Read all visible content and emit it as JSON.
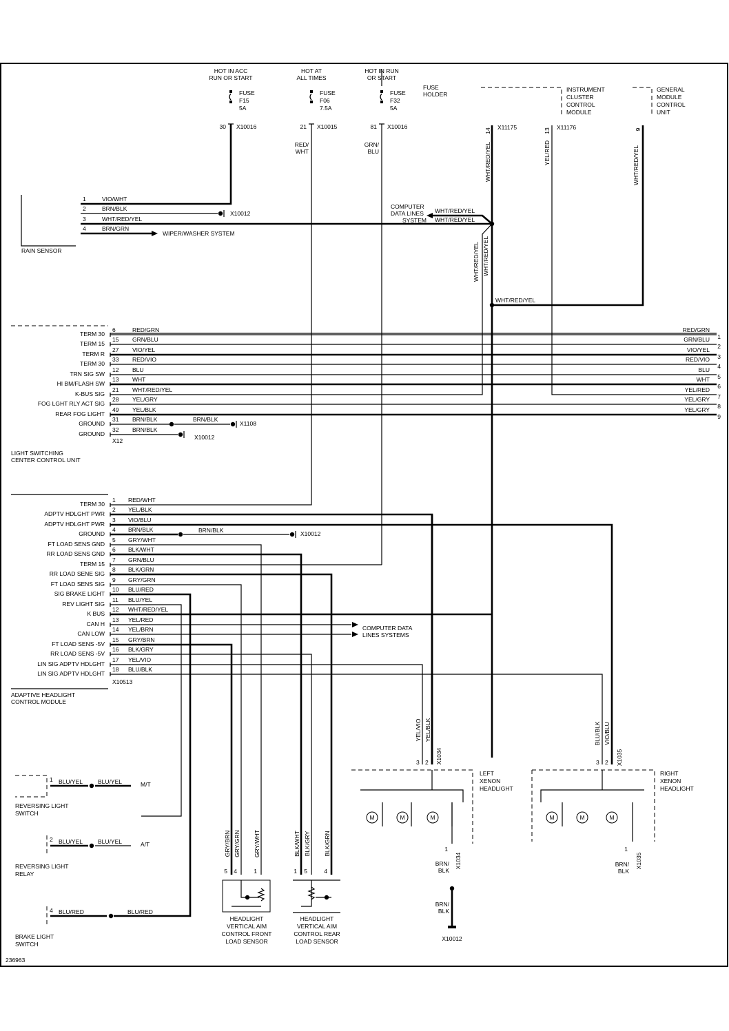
{
  "figure_id": "236963",
  "power": [
    {
      "label1": "HOT IN ACC",
      "label2": "RUN OR START",
      "fuse": "F15",
      "amps": "5A",
      "fuse_word": "FUSE",
      "pin": "30",
      "connector": "X10016"
    },
    {
      "label1": "HOT AT",
      "label2": "ALL TIMES",
      "fuse": "F06",
      "amps": "7.5A",
      "fuse_word": "FUSE",
      "pin": "21",
      "connector": "X10015",
      "wire": [
        "RED/",
        "WHT"
      ]
    },
    {
      "label1": "HOT IN RUN",
      "label2": "OR START",
      "fuse": "F32",
      "amps": "5A",
      "fuse_word": "FUSE",
      "pin": "81",
      "connector": "X10016",
      "wire": [
        "GRN/",
        "BLU"
      ]
    }
  ],
  "fuse_holder": [
    "FUSE",
    "HOLDER"
  ],
  "instrument_cluster": {
    "lines": [
      "INSTRUMENT",
      "CLUSTER",
      "CONTROL",
      "MODULE"
    ],
    "pins": [
      {
        "pin": "14",
        "connector": "X11175",
        "wire": "WHT/RED/YEL"
      },
      {
        "pin": "13",
        "connector": "X11176",
        "wire": "YEL/RED"
      }
    ]
  },
  "general_module": {
    "lines": [
      "GENERAL",
      "MODULE",
      "CONTROL",
      "UNIT"
    ],
    "pin": "9",
    "wire": "WHT/RED/YEL"
  },
  "rain_sensor": {
    "title": "RAIN SENSOR",
    "pins": [
      {
        "pin": "1",
        "wire": "VIO/WHT"
      },
      {
        "pin": "2",
        "wire": "BRN/BLK",
        "ground": "X10012"
      },
      {
        "pin": "3",
        "wire": "WHT/RED/YEL"
      },
      {
        "pin": "4",
        "wire": "BRN/GRN",
        "dest": "WIPER/WASHER SYSTEM"
      }
    ]
  },
  "computer_data_lines": {
    "lines": [
      "COMPUTER",
      "DATA LINES",
      "SYSTEM"
    ],
    "wire_top": "WHT/RED/YEL",
    "wire_bottom": "WHT/RED/YEL",
    "vertical_wires": [
      "WHT/RED/YEL",
      "WHT/RED/YEL"
    ],
    "junction_wire": "WHT/RED/YEL"
  },
  "light_switching": {
    "title": [
      "LIGHT SWITCHING",
      "CENTER CONTROL UNIT"
    ],
    "connector": "X12",
    "pins": [
      {
        "label": "TERM 30",
        "pin": "6",
        "wire": "RED/GRN",
        "right_wire": "RED/GRN",
        "right_pin": "1"
      },
      {
        "label": "TERM 15",
        "pin": "15",
        "wire": "GRN/BLU",
        "right_wire": "GRN/BLU",
        "right_pin": "2"
      },
      {
        "label": "TERM R",
        "pin": "27",
        "wire": "VIO/YEL",
        "right_wire": "VIO/YEL",
        "right_pin": "3"
      },
      {
        "label": "TERM 30",
        "pin": "33",
        "wire": "RED/VIO",
        "right_wire": "RED/VIO",
        "right_pin": "4"
      },
      {
        "label": "TRN SIG SW",
        "pin": "12",
        "wire": "BLU",
        "right_wire": "BLU",
        "right_pin": "5"
      },
      {
        "label": "HI BM/FLASH SW",
        "pin": "13",
        "wire": "WHT",
        "right_wire": "WHT",
        "right_pin": "6"
      },
      {
        "label": "K-BUS SIG",
        "pin": "21",
        "wire": "WHT/RED/YEL",
        "right_wire": "YEL/RED",
        "right_pin": "7"
      },
      {
        "label": "FOG LGHT RLY ACT SIG",
        "pin": "28",
        "wire": "YEL/GRY",
        "right_wire": "YEL/GRY",
        "right_pin": "8"
      },
      {
        "label": "REAR FOG LIGHT",
        "pin": "49",
        "wire": "YEL/BLK",
        "right_wire": "YEL/GRY",
        "right_pin": "9"
      },
      {
        "label": "GROUND",
        "pin": "31",
        "wire": "BRN/BLK",
        "splice_wire": "BRN/BLK",
        "ground": "X1108"
      },
      {
        "label": "GROUND",
        "pin": "32",
        "wire": "BRN/BLK",
        "ground": "X10012"
      }
    ]
  },
  "adaptive_module": {
    "title": [
      "ADAPTIVE HEADLIGHT",
      "CONTROL MODULE"
    ],
    "connector": "X10513",
    "pins": [
      {
        "label": "TERM 30",
        "pin": "1",
        "wire": "RED/WHT"
      },
      {
        "label": "ADPTV HDLGHT PWR",
        "pin": "2",
        "wire": "YEL/BLK"
      },
      {
        "label": "ADPTV HDLGHT PWR",
        "pin": "3",
        "wire": "VIO/BLU"
      },
      {
        "label": "GROUND",
        "pin": "4",
        "wire": "BRN/BLK",
        "splice_wire": "BRN/BLK",
        "ground": "X10012"
      },
      {
        "label": "FT LOAD SENS GND",
        "pin": "5",
        "wire": "GRY/WHT"
      },
      {
        "label": "RR LOAD SENS GND",
        "pin": "6",
        "wire": "BLK/WHT"
      },
      {
        "label": "TERM 15",
        "pin": "7",
        "wire": "GRN/BLU"
      },
      {
        "label": "RR LOAD SENE SIG",
        "pin": "8",
        "wire": "BLK/GRN"
      },
      {
        "label": "FT LOAD SENS SIG",
        "pin": "9",
        "wire": "GRY/GRN"
      },
      {
        "label": "SIG BRAKE LIGHT",
        "pin": "10",
        "wire": "BLU/RED"
      },
      {
        "label": "REV LIGHT SIG",
        "pin": "11",
        "wire": "BLU/YEL"
      },
      {
        "label": "K BUS",
        "pin": "12",
        "wire": "WHT/RED/YEL"
      },
      {
        "label": "CAN H",
        "pin": "13",
        "wire": "YEL/RED"
      },
      {
        "label": "CAN LOW",
        "pin": "14",
        "wire": "YEL/BRN"
      },
      {
        "label": "FT LOAD SENS -5V",
        "pin": "15",
        "wire": "GRY/BRN"
      },
      {
        "label": "RR LOAD SENS -5V",
        "pin": "16",
        "wire": "BLK/GRY"
      },
      {
        "label": "LIN SIG ADPTV HDLGHT",
        "pin": "17",
        "wire": "YEL/VIO"
      },
      {
        "label": "LIN SIG ADPTV HDLGHT",
        "pin": "18",
        "wire": "BLU/BLK"
      }
    ],
    "can_dest": [
      "COMPUTER DATA",
      "LINES SYSTEMS"
    ]
  },
  "left_headlight": {
    "lines": [
      "LEFT",
      "XENON",
      "HEADLIGHT"
    ],
    "connector": "X1034",
    "pins": [
      {
        "pin": "3",
        "wire": "YEL/VIO"
      },
      {
        "pin": "2",
        "wire": "YEL/BLK"
      }
    ],
    "ground_pin": "1",
    "ground_wire": [
      "BRN/",
      "BLK"
    ],
    "ground_wire2": [
      "BRN/",
      "BLK"
    ],
    "ground": "X10012",
    "motor": "M"
  },
  "right_headlight": {
    "lines": [
      "RIGHT",
      "XENON",
      "HEADLIGHT"
    ],
    "connector": "X1035",
    "pins": [
      {
        "pin": "3",
        "wire": "BLU/BLK"
      },
      {
        "pin": "2",
        "wire": "VIO/BLU"
      }
    ],
    "ground_pin": "1",
    "ground_wire": [
      "BRN/",
      "BLK"
    ],
    "motor": "M"
  },
  "front_sensor": {
    "lines": [
      "HEADLIGHT",
      "VERTICAL AIM",
      "CONTROL FRONT",
      "LOAD SENSOR"
    ],
    "pins": [
      {
        "pin": "5",
        "wire": "GRY/BRN"
      },
      {
        "pin": "4",
        "wire": "GRY/GRN"
      },
      {
        "pin": "1",
        "wire": "GRY/WHT"
      }
    ]
  },
  "rear_sensor": {
    "lines": [
      "HEADLIGHT",
      "VERTICAL AIM",
      "CONTROL REAR",
      "LOAD SENSOR"
    ],
    "pins": [
      {
        "pin": "1",
        "wire": "BLK/WHT"
      },
      {
        "pin": "5",
        "wire": "BLK/GRY"
      },
      {
        "pin": "4",
        "wire": "BLK/GRN"
      }
    ]
  },
  "reversing_switch": {
    "lines": [
      "REVERSING LIGHT",
      "SWITCH"
    ],
    "pin": "1",
    "wire": "BLU/YEL",
    "wire2": "BLU/YEL",
    "trans": "M/T"
  },
  "reversing_relay": {
    "lines": [
      "REVERSING LIGHT",
      "RELAY"
    ],
    "pin": "2",
    "wire": "BLU/YEL",
    "wire2": "BLU/YEL",
    "trans": "A/T"
  },
  "brake_switch": {
    "lines": [
      "BRAKE LIGHT",
      "SWITCH"
    ],
    "pin": "4",
    "wire": "BLU/RED",
    "wire2": "BLU/RED"
  }
}
